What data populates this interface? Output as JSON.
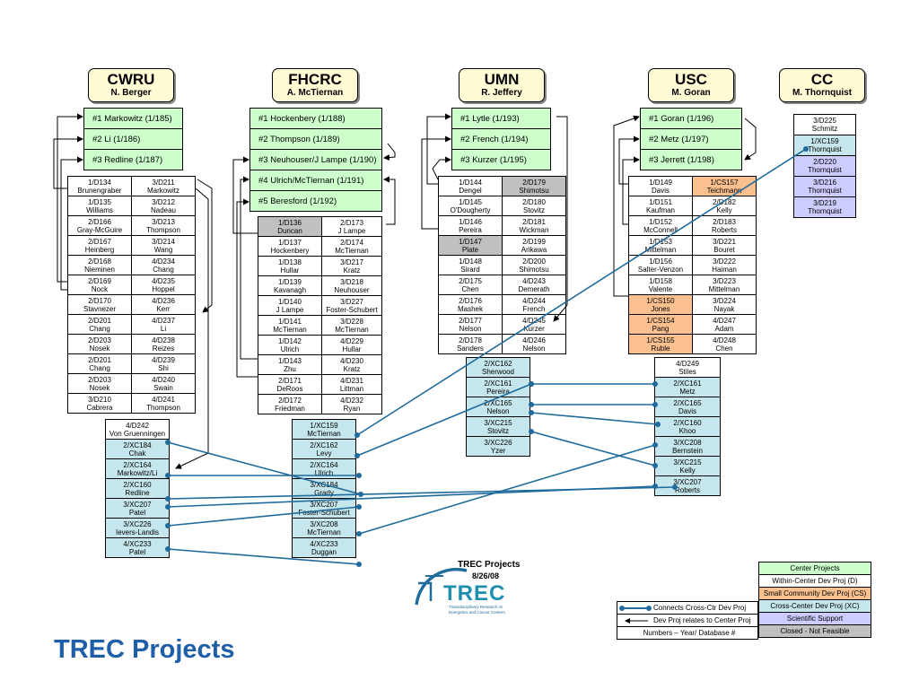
{
  "title": "TREC Projects",
  "logo": {
    "line1": "TREC Projects",
    "line2": "8/26/08",
    "word": "TREC",
    "tagline1": "Transdisciplinary Research on",
    "tagline2": "Energetics and Cancer Centers"
  },
  "colors": {
    "project": "#ccffcc",
    "dev": "#ffffff",
    "cs": "#fac090",
    "xc": "#c4e6ec",
    "sci": "#ccccff",
    "closed": "#c0c0c0",
    "link": "#1f6b9c",
    "title": "#1f5fa8"
  },
  "centers": [
    {
      "name": "CWRU",
      "lead": "N. Berger",
      "projects": [
        "#1 Markowitz  (1/185)",
        "#2 Li  (1/186)",
        "#3 Redline  (1/187)"
      ]
    },
    {
      "name": "FHCRC",
      "lead": "A. McTiernan",
      "projects": [
        "#1 Hockenbery  (1/188)",
        "#2 Thompson  (1/189)",
        "#3 Neuhouser/J Lampe  (1/190)",
        "#4  Ulrich/McTiernan  (1/191)",
        "#5 Beresford  (1/192)"
      ]
    },
    {
      "name": "UMN",
      "lead": "R. Jeffery",
      "projects": [
        "#1 Lytle  (1/193)",
        "#2 French  (1/194)",
        "#3 Kurzer  (1/195)"
      ]
    },
    {
      "name": "USC",
      "lead": "M. Goran",
      "projects": [
        "#1 Goran  (1/196)",
        "#2 Metz  (1/197)",
        "#3 Jerrett  (1/198)"
      ]
    },
    {
      "name": "CC",
      "lead": "M. Thornquist",
      "projects": []
    }
  ],
  "devs": {
    "cwru": [
      [
        [
          "1/D134",
          "Brunengraber",
          ""
        ],
        [
          "3/D211",
          "Markowitz",
          ""
        ]
      ],
      [
        [
          "1/D135",
          "Williams",
          ""
        ],
        [
          "3/D212",
          "Nadeau",
          ""
        ]
      ],
      [
        [
          "2/D166",
          "Gray-McGuire",
          ""
        ],
        [
          "3/D213",
          "Thompson",
          ""
        ]
      ],
      [
        [
          "2/D167",
          "Heinberg",
          ""
        ],
        [
          "3/D214",
          "Wang",
          ""
        ]
      ],
      [
        [
          "2/D168",
          "Nieminen",
          ""
        ],
        [
          "4/D234",
          "Chang",
          ""
        ]
      ],
      [
        [
          "2/D169",
          "Nock",
          ""
        ],
        [
          "4/D235",
          "Hoppel",
          ""
        ]
      ],
      [
        [
          "2/D170",
          "Stavnezer",
          ""
        ],
        [
          "4/D236",
          "Kerr",
          ""
        ]
      ],
      [
        [
          "2/D201",
          "Chang",
          ""
        ],
        [
          "4/D237",
          "Li",
          ""
        ]
      ],
      [
        [
          "2/D203",
          "Nosek",
          ""
        ],
        [
          "4/D238",
          "Reizes",
          ""
        ]
      ],
      [
        [
          "2/D201",
          "Chang",
          ""
        ],
        [
          "4/D239",
          "Shi",
          ""
        ]
      ],
      [
        [
          "2/D203",
          "Nosek",
          ""
        ],
        [
          "4/D240",
          "Swain",
          ""
        ]
      ],
      [
        [
          "3/D210",
          "Cabrera",
          ""
        ],
        [
          "4/D241",
          "Thompson",
          ""
        ]
      ]
    ],
    "fhcrc": [
      [
        [
          "1/D136",
          "Duncan",
          "closed"
        ],
        [
          "2/D173",
          "J Lampe",
          ""
        ]
      ],
      [
        [
          "1/D137",
          "Hockenbery",
          ""
        ],
        [
          "2/D174",
          "McTiernan",
          ""
        ]
      ],
      [
        [
          "1/D138",
          "Hullar",
          ""
        ],
        [
          "3/D217",
          "Kratz",
          ""
        ]
      ],
      [
        [
          "1/D139",
          "Kavanagh",
          ""
        ],
        [
          "3/D218",
          "Neuhouser",
          ""
        ]
      ],
      [
        [
          "1/D140",
          "J Lampe",
          ""
        ],
        [
          "3/D227",
          "Foster-Schubert",
          ""
        ]
      ],
      [
        [
          "1/D141",
          "McTiernan",
          ""
        ],
        [
          "3/D228",
          "McTiernan",
          ""
        ]
      ],
      [
        [
          "1/D142",
          "Ulrich",
          ""
        ],
        [
          "4/D229",
          "Hullar",
          ""
        ]
      ],
      [
        [
          "1/D143",
          "Zhu",
          ""
        ],
        [
          "4/D230",
          "Kratz",
          ""
        ]
      ],
      [
        [
          "2/D171",
          "DeRoos",
          ""
        ],
        [
          "4/D231",
          "Littman",
          ""
        ]
      ],
      [
        [
          "2/D172",
          "Friedman",
          ""
        ],
        [
          "4/D232",
          "Ryan",
          ""
        ]
      ]
    ],
    "umn": [
      [
        [
          "1/D144",
          "Dengel",
          ""
        ],
        [
          "2/D179",
          "Shimotsu",
          "closed"
        ]
      ],
      [
        [
          "1/D145",
          "O'Dougherty",
          ""
        ],
        [
          "2/D180",
          "Stovitz",
          ""
        ]
      ],
      [
        [
          "1/D146",
          "Pereira",
          ""
        ],
        [
          "2/D181",
          "Wickman",
          ""
        ]
      ],
      [
        [
          "1/D147",
          "Plate",
          "closed"
        ],
        [
          "2/D199",
          "Arikawa",
          ""
        ]
      ],
      [
        [
          "1/D148",
          "Sirard",
          ""
        ],
        [
          "2/D200",
          "Shimotsu",
          ""
        ]
      ],
      [
        [
          "2/D175",
          "Chen",
          ""
        ],
        [
          "4/D243",
          "Demerath",
          ""
        ]
      ],
      [
        [
          "2/D176",
          "Mashek",
          ""
        ],
        [
          "4/D244",
          "French",
          ""
        ]
      ],
      [
        [
          "2/D177",
          "Nelson",
          ""
        ],
        [
          "4/D245",
          "Kurzer",
          ""
        ]
      ],
      [
        [
          "2/D178",
          "Sanders",
          ""
        ],
        [
          "4/D246",
          "Nelson",
          ""
        ]
      ]
    ],
    "usc": [
      [
        [
          "1/D149",
          "Davis",
          ""
        ],
        [
          "1/CS157",
          "Teichmann",
          "cs"
        ]
      ],
      [
        [
          "1/D151",
          "Kaufman",
          ""
        ],
        [
          "2/D182",
          "Kelly",
          ""
        ]
      ],
      [
        [
          "1/D152",
          "McConnell",
          ""
        ],
        [
          "2/D183",
          "Roberts",
          ""
        ]
      ],
      [
        [
          "1/D153",
          "Mittelman",
          ""
        ],
        [
          "3/D221",
          "Bouret",
          ""
        ]
      ],
      [
        [
          "1/D156",
          "Salter-Venzon",
          ""
        ],
        [
          "3/D222",
          "Haiman",
          ""
        ]
      ],
      [
        [
          "1/D158",
          "Valente",
          ""
        ],
        [
          "3/D223",
          "Mittelman",
          ""
        ]
      ],
      [
        [
          "1/CS150",
          "Jones",
          "cs"
        ],
        [
          "3/D224",
          "Nayak",
          ""
        ]
      ],
      [
        [
          "1/CS154",
          "Pang",
          "cs"
        ],
        [
          "4/D247",
          "Adam",
          ""
        ]
      ],
      [
        [
          "1/CS155",
          "Ruble",
          "cs"
        ],
        [
          "4/D248",
          "Chen",
          ""
        ]
      ]
    ],
    "cc": [
      [
        "3/D225",
        "Schmitz",
        ""
      ],
      [
        "1/XC159",
        "Thornquist",
        "xc"
      ],
      [
        "2/D220",
        "Thornquist",
        "sci"
      ],
      [
        "3/D216",
        "Thornquist",
        "sci"
      ],
      [
        "3/D219",
        "Thornquist",
        "sci"
      ]
    ]
  },
  "xc": {
    "cwru": [
      [
        "4/D242",
        "Von Gruenningen",
        ""
      ],
      [
        "2/XC184",
        "Chak",
        "xc"
      ],
      [
        "2/XC164",
        "Markowitz/Li",
        "xc"
      ],
      [
        "2/XC160",
        "Redline",
        "xc"
      ],
      [
        "3/XC207",
        "Patel",
        "xc"
      ],
      [
        "3/XC226",
        "Ievers-Landis",
        "xc"
      ],
      [
        "4/XC233",
        "Patel",
        "xc"
      ]
    ],
    "fhcrc": [
      [
        "1/XC159",
        "McTiernan",
        "xc"
      ],
      [
        "2/XC162",
        "Levy",
        "xc"
      ],
      [
        "2/XC164",
        "Ulrich",
        "xc"
      ],
      [
        "3/XC184",
        "Grady",
        "xc"
      ],
      [
        "3/XC207",
        "Foster-Schubert",
        "xc"
      ],
      [
        "3/XC208",
        "McTiernan",
        "xc"
      ],
      [
        "4/XC233",
        "Duggan",
        "xc"
      ]
    ],
    "umn": [
      [
        "2/XC162",
        "Sherwood",
        "xc"
      ],
      [
        "2/XC161",
        "Pereira",
        "xc"
      ],
      [
        "2/XC165",
        "Nelson",
        "xc"
      ],
      [
        "3/XC215",
        "Stovitz",
        "xc"
      ],
      [
        "3/XC226",
        "Yzer",
        "xc"
      ]
    ],
    "usc": [
      [
        "4/D249",
        "Stiles",
        ""
      ],
      [
        "2/XC161",
        "Metz",
        "xc"
      ],
      [
        "2/XC165",
        "Davis",
        "xc"
      ],
      [
        "2/XC160",
        "Khoo",
        "xc"
      ],
      [
        "3/XC208",
        "Bernstein",
        "xc"
      ],
      [
        "3/XC215",
        "Kelly",
        "xc"
      ],
      [
        "3/XC207",
        "Roberts",
        "xc"
      ]
    ]
  },
  "legend": [
    "Center Projects",
    "Within-Center Dev Proj (D)",
    "Small Community Dev Proj (CS)",
    "Cross-Center Dev Proj (XC)",
    "Scientific Support",
    "Closed - Not Feasible"
  ],
  "key": [
    "Connects Cross-Ctr Dev Proj",
    "Dev Proj relates to Center Proj",
    "Numbers – Year/ Database #"
  ]
}
